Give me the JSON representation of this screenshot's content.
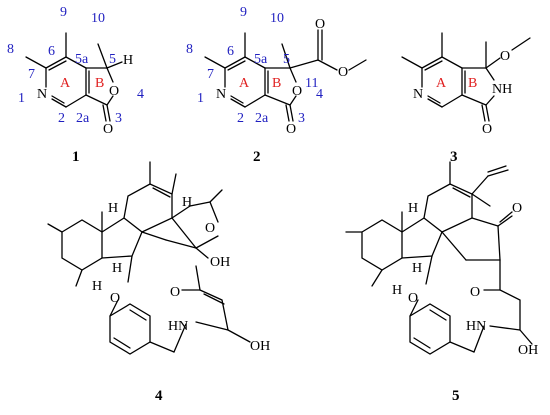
{
  "compounds": [
    {
      "id": "1",
      "numbers": [
        "9",
        "10",
        "8",
        "6",
        "5a",
        "5",
        "7",
        "4",
        "1",
        "2",
        "2a",
        "3"
      ],
      "rings": [
        "A",
        "B"
      ],
      "atoms": {
        "n": "N",
        "o_ring": "O",
        "o_carbonyl": "O",
        "h": "H"
      }
    },
    {
      "id": "2",
      "numbers": [
        "9",
        "10",
        "8",
        "6",
        "5a",
        "5",
        "7",
        "4",
        "1",
        "2",
        "2a",
        "3",
        "11"
      ],
      "rings": [
        "A",
        "B"
      ],
      "atoms": {
        "n": "N",
        "o_ring": "O",
        "o_carbonyl": "O",
        "o_ester1": "O",
        "o_ester2": "O"
      }
    },
    {
      "id": "3",
      "rings": [
        "A",
        "B"
      ],
      "atoms": {
        "n": "N",
        "o_methoxy": "O",
        "nh": "NH",
        "o_carbonyl": "O"
      }
    },
    {
      "id": "4",
      "atoms": {
        "o_ring": "O",
        "oh1": "OH",
        "o_ether": "O",
        "o_amide": "O",
        "hn": "HN",
        "oh2": "OH",
        "h1": "H",
        "h2": "H",
        "h3": "H",
        "h4": "H"
      }
    },
    {
      "id": "5",
      "atoms": {
        "o_ketone": "O",
        "o_ether": "O",
        "o_amide": "O",
        "hn": "HN",
        "oh": "OH",
        "h1": "H",
        "h2": "H",
        "h3": "H"
      }
    }
  ]
}
